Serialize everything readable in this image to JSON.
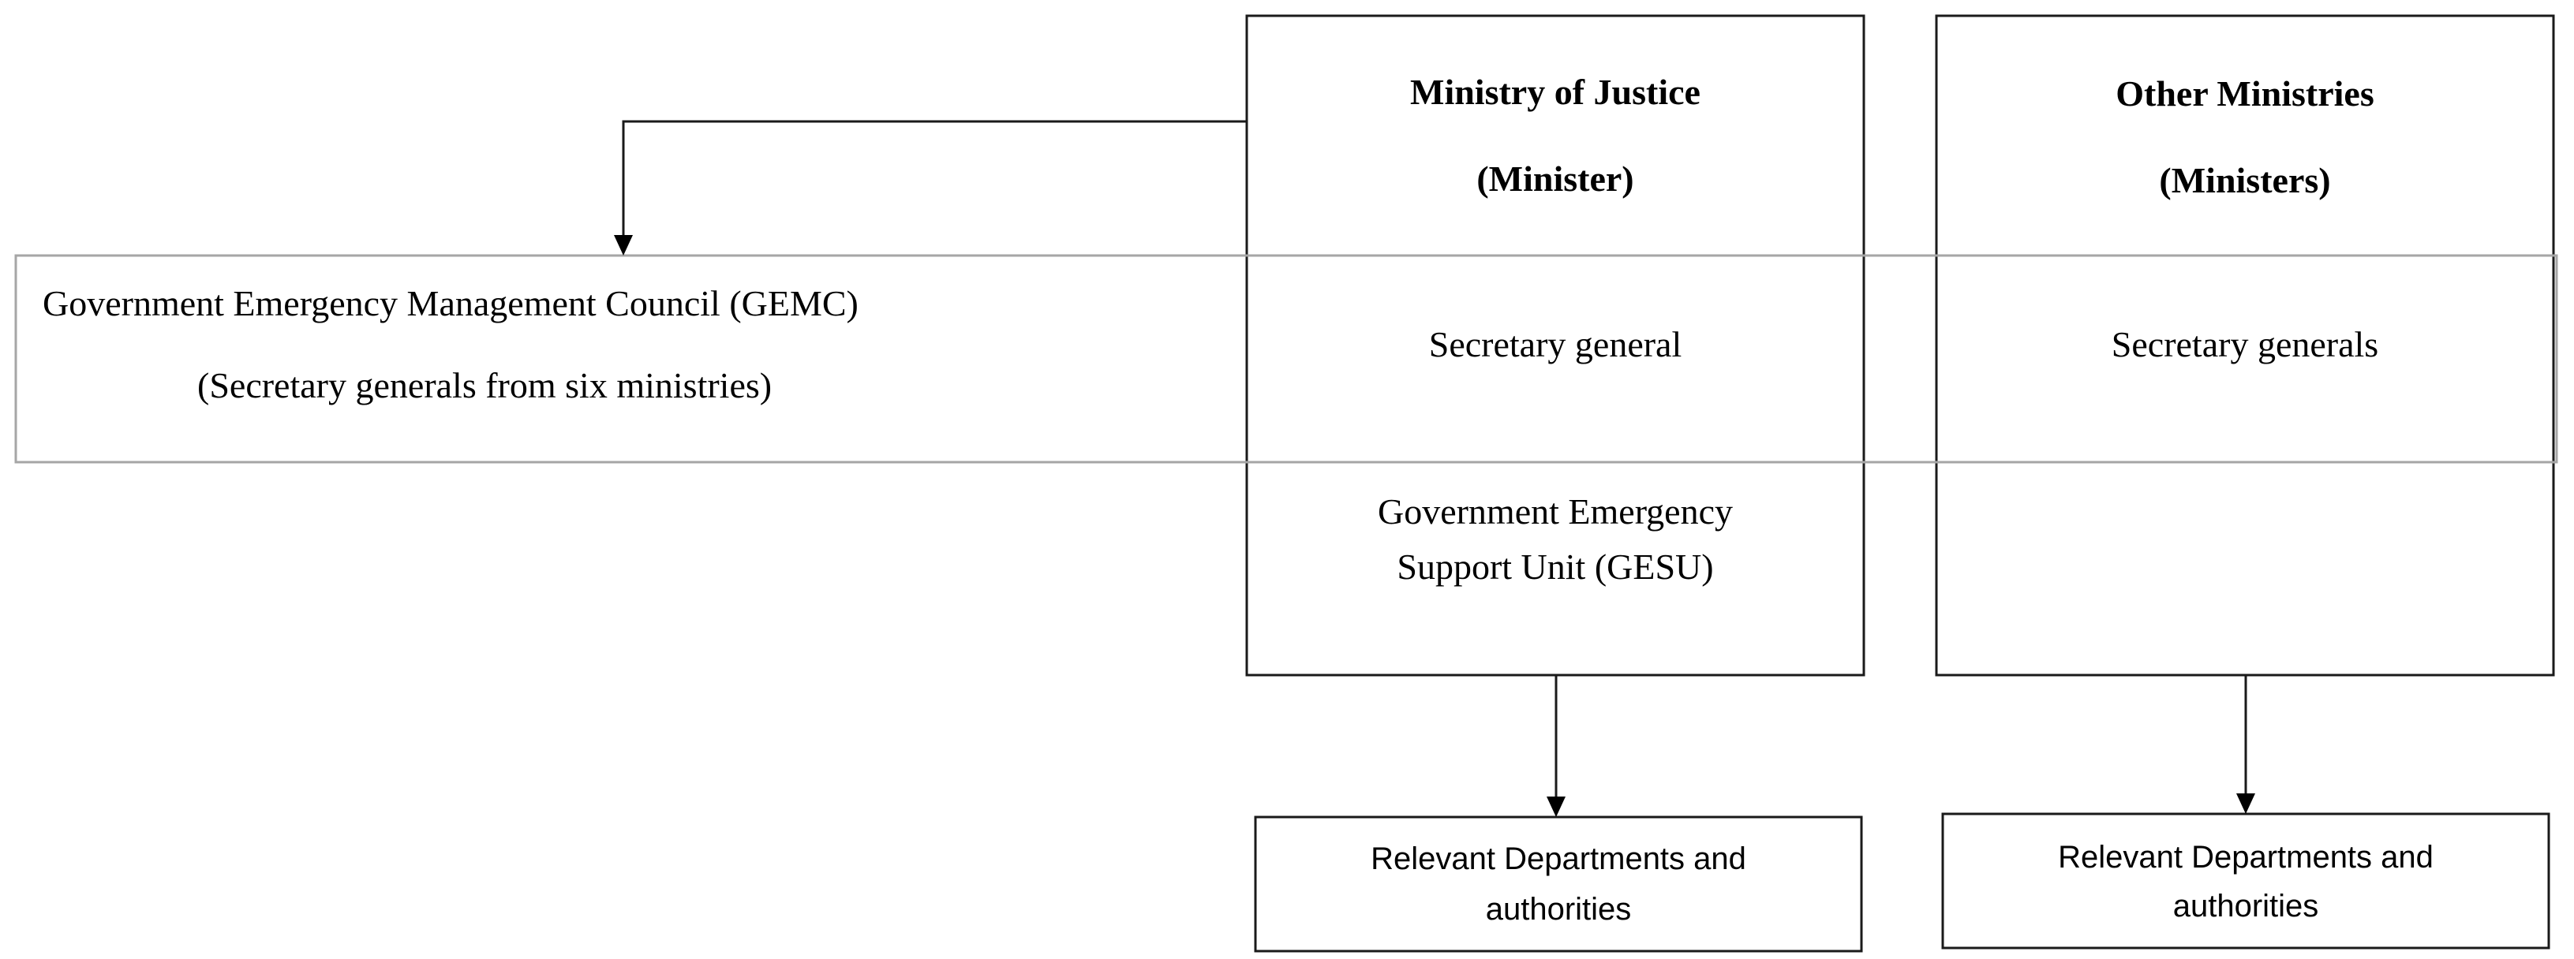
{
  "ministry_of_justice": {
    "title": "Ministry of Justice",
    "role": "(Minister)",
    "secretary": "Secretary general",
    "gesu_line1": "Government Emergency",
    "gesu_line2": "Support Unit (GESU)"
  },
  "other_ministries": {
    "title": "Other Ministries",
    "role": "(Ministers)",
    "secretary": "Secretary generals"
  },
  "gemc": {
    "line1": "Government Emergency Management Council (GEMC)",
    "line2": "(Secretary generals from six ministries)"
  },
  "departments_justice": {
    "line1": "Relevant Departments and",
    "line2": "authorities"
  },
  "departments_other": {
    "line1": "Relevant Departments and",
    "line2": "authorities"
  }
}
